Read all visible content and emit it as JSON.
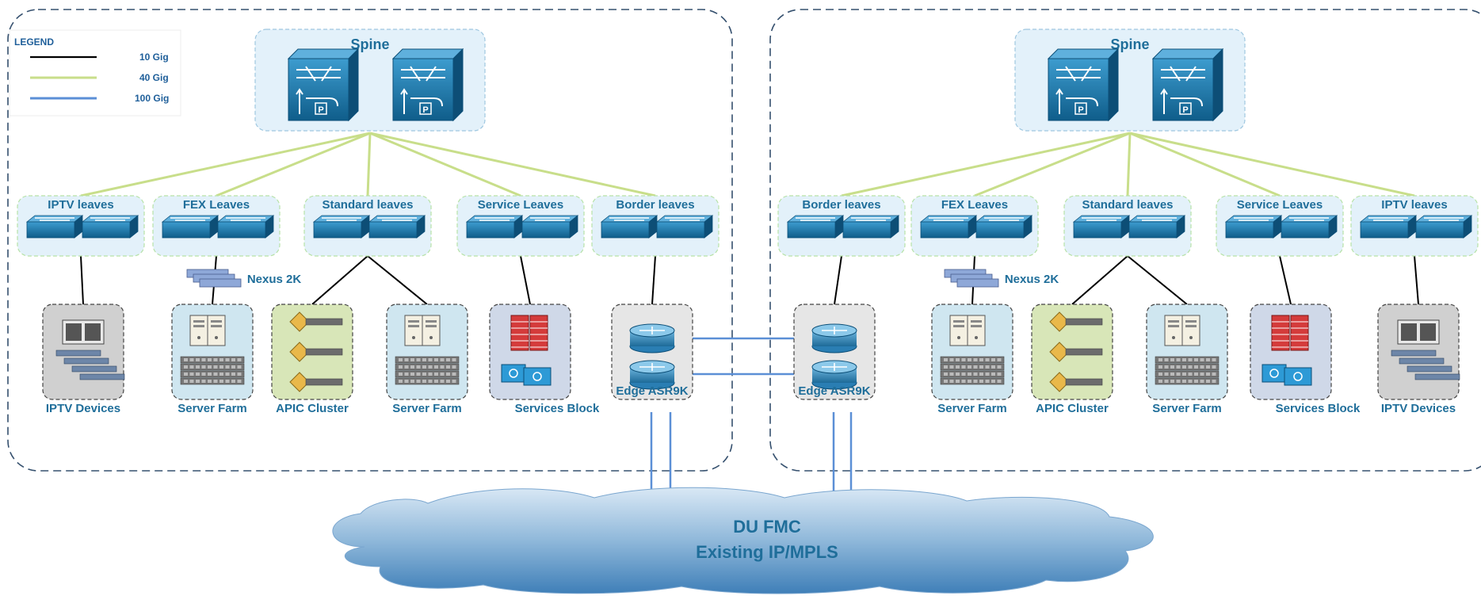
{
  "legend": {
    "title": "LEGEND",
    "items": [
      {
        "label": "10 Gig",
        "color": "#000000"
      },
      {
        "label": "40 Gig",
        "color": "#c8de8a"
      },
      {
        "label": "100 Gig",
        "color": "#5b8fd6"
      }
    ]
  },
  "left": {
    "spine": "Spine",
    "leaves": [
      "IPTV leaves",
      "FEX Leaves",
      "Standard leaves",
      "Service Leaves",
      "Border leaves"
    ],
    "nexus": "Nexus 2K",
    "blocks": [
      "IPTV Devices",
      "Server Farm",
      "APIC Cluster",
      "Server Farm",
      "Services Block",
      "Edge ASR9K"
    ]
  },
  "right": {
    "spine": "Spine",
    "leaves": [
      "Border leaves",
      "FEX Leaves",
      "Standard leaves",
      "Service Leaves",
      "IPTV leaves"
    ],
    "nexus": "Nexus 2K",
    "blocks": [
      "Edge ASR9K",
      "Server Farm",
      "APIC Cluster",
      "Server Farm",
      "Services Block",
      "IPTV Devices"
    ]
  },
  "cloud": {
    "line1": "DU FMC",
    "line2": "Existing IP/MPLS"
  },
  "colors": {
    "link10": "#000000",
    "link40": "#c8de8a",
    "link100": "#5b8fd6",
    "switch": "#1a6f9e",
    "pod_border": "#35506e",
    "group_fill": "#e3f1fa"
  }
}
